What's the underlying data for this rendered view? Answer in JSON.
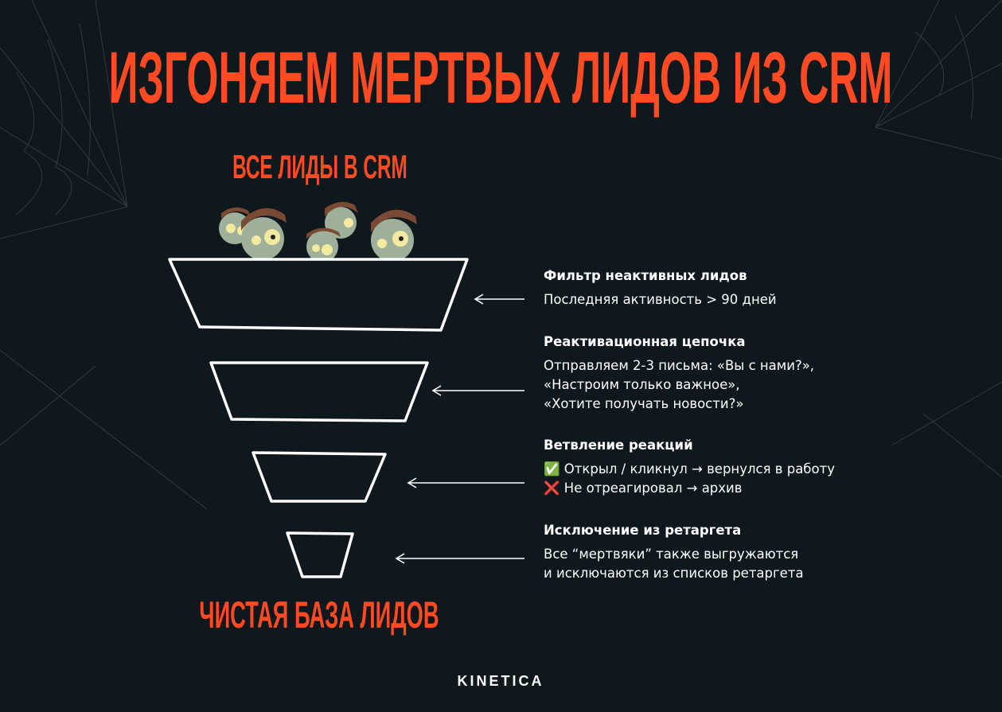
{
  "title": "ИЗГОНЯЕМ МЕРТВЫХ ЛИДОВ ИЗ CRM",
  "top_label": "ВСЕ ЛИДЫ В CRM",
  "bottom_label": "ЧИСТАЯ БАЗА ЛИДОВ",
  "steps": [
    {
      "heading": "Фильтр неактивных лидов",
      "lines": [
        "Последняя активность > 90 дней"
      ]
    },
    {
      "heading": "Реактивационная цепочка",
      "lines": [
        "Отправляем 2-3 письма: «Вы с нами?»,",
        "«Настроим только важное»,",
        "«Хотите получать новости?»"
      ]
    },
    {
      "heading": "Ветвление реакций",
      "lines": [
        "✅ Открыл / кликнул → вернулся в работу",
        "❌ Не отреагировал → архив"
      ]
    },
    {
      "heading": "Исключение из ретаргета",
      "lines": [
        "Все “мертвяки” также выгружаются",
        "и исключаются из списков ретаргета"
      ]
    }
  ],
  "brand": "KINETICA",
  "colors": {
    "background": "#0f181d",
    "accent": "#ff4a24",
    "text": "#ffffff"
  }
}
